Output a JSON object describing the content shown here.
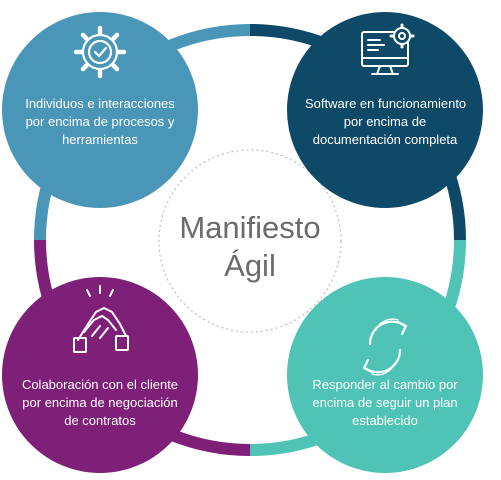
{
  "title": {
    "line1": "Manifiesto",
    "line2": "Ágil"
  },
  "nodes": [
    {
      "id": "top-left",
      "lines": [
        "Individuos e interacciones",
        "por encima de procesos y",
        "herramientas"
      ],
      "color": "#4a96b9",
      "icon": "gear-check-icon"
    },
    {
      "id": "top-right",
      "lines": [
        "Software en funcionamiento",
        "por encima de",
        "documentación completa"
      ],
      "color": "#0e4a68",
      "icon": "monitor-gear-icon"
    },
    {
      "id": "bottom-left",
      "lines": [
        "Colaboración con el cliente",
        "por encima de negociación",
        "de contratos"
      ],
      "color": "#7e1f78",
      "icon": "handshake-icon"
    },
    {
      "id": "bottom-right",
      "lines": [
        "Responder al cambio por",
        "encima de seguir un plan",
        "establecido"
      ],
      "color": "#4ec3b6",
      "icon": "cycle-arrows-icon"
    }
  ],
  "colors": {
    "ring_blue": "#4a96b9",
    "ring_navy": "#0e4a68",
    "ring_purple": "#7e1f78",
    "ring_teal": "#4ec3b6",
    "title": "#6b6b6b",
    "dashed": "#bdbdbd"
  }
}
